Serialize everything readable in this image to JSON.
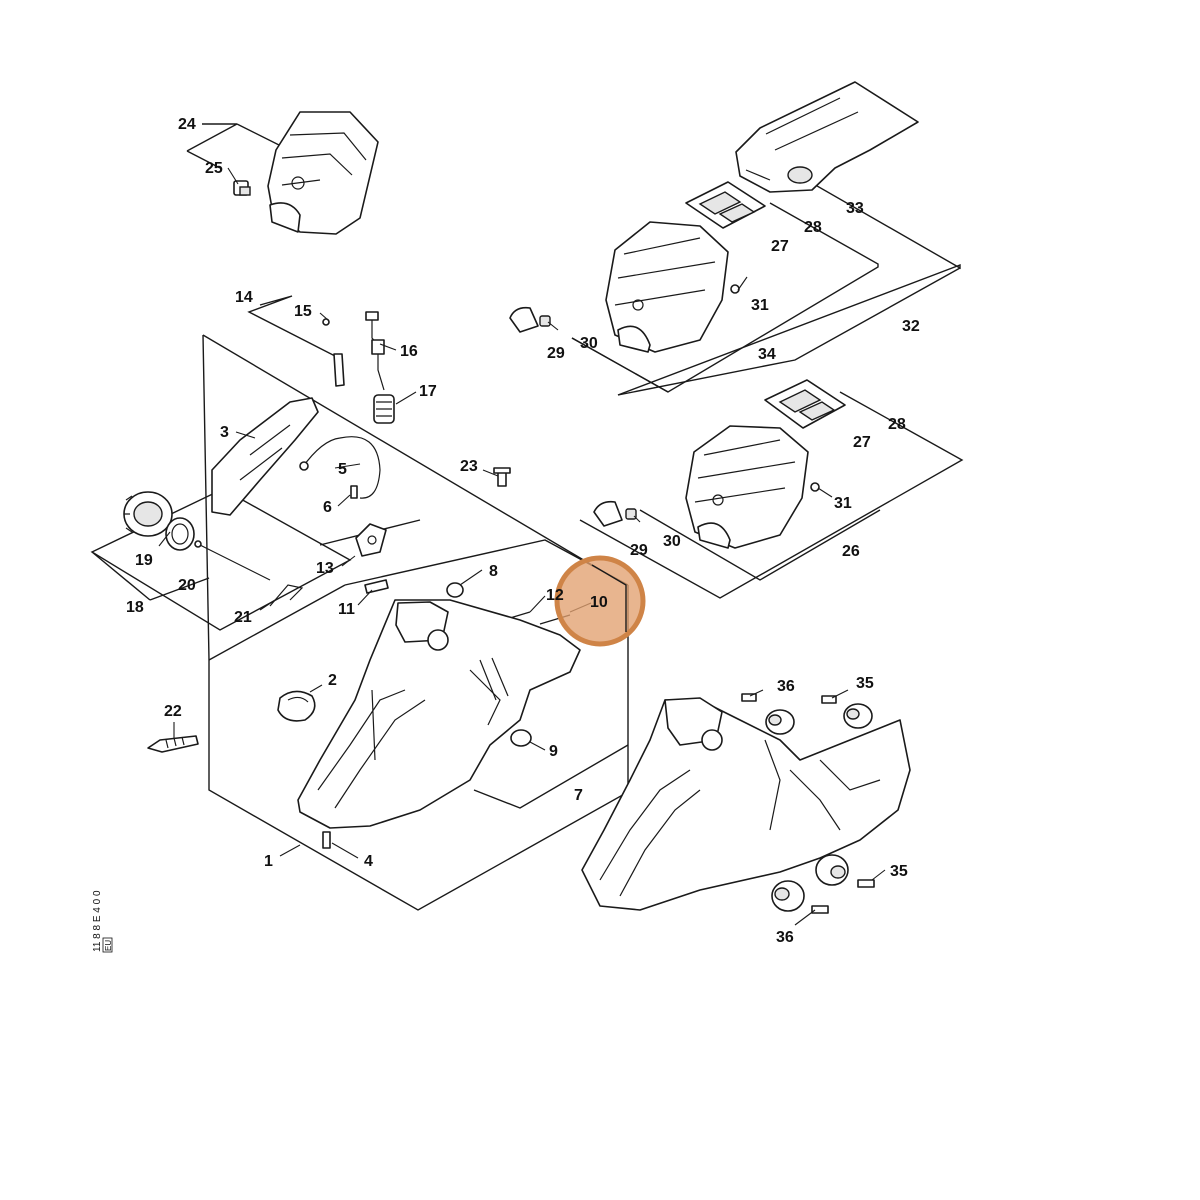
{
  "diagram": {
    "callouts": [
      "1",
      "2",
      "3",
      "4",
      "5",
      "6",
      "7",
      "8",
      "9",
      "10",
      "11",
      "12",
      "13",
      "14",
      "15",
      "16",
      "17",
      "18",
      "19",
      "20",
      "21",
      "22",
      "23",
      "24",
      "25",
      "26",
      "27",
      "28",
      "28",
      "29",
      "29",
      "30",
      "30",
      "31",
      "31",
      "32",
      "33",
      "34",
      "35",
      "35",
      "36",
      "36",
      "27"
    ],
    "highlighted_part": "10",
    "highlight_color": "#d88a4a",
    "drawing_code": "11 8 8 E 4 0 0",
    "drawing_code_box": "EU"
  }
}
